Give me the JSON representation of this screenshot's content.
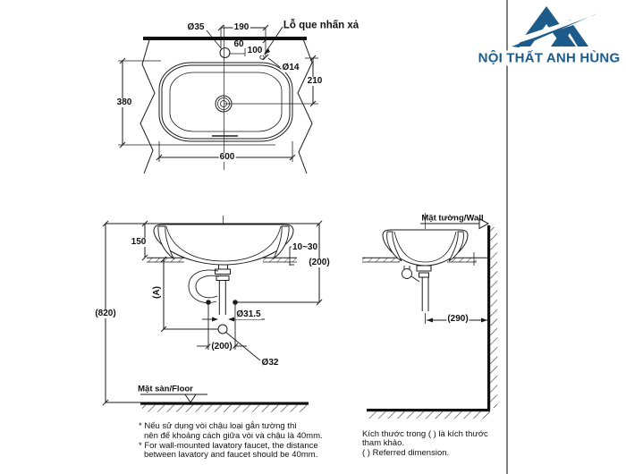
{
  "logo": {
    "company": "NỘI THẤT ANH HÙNG"
  },
  "top_view": {
    "push_hole_label": "Lỗ que nhấn xả",
    "dims": {
      "faucet_hole_dia": "Ø35",
      "width_190": "190",
      "offset_60": "60",
      "offset_100": "100",
      "push_hole_dia": "Ø14",
      "depth_210": "210",
      "depth_380": "380",
      "width_600": "600"
    }
  },
  "front_view": {
    "floor_label": "Mặt sàn/Floor",
    "dims": {
      "rim_height_150": "150",
      "counter_thickness": "10~30",
      "supply_offset_200": "(200)",
      "height_A": "(A)",
      "total_height_820": "(820)",
      "pipe_dia_31_5": "Ø31.5",
      "drain_offset_200": "(200)",
      "drain_dia_32": "Ø32"
    }
  },
  "side_view": {
    "wall_label": "Mặt tường/Wall",
    "dims": {
      "wall_offset_290": "(290)"
    }
  },
  "notes": {
    "left_vn_1": "* Nếu sử dụng vòi chậu loại gắn tường thì",
    "left_vn_2": "nên để khoảng cách giữa vòi và chậu là 40mm.",
    "left_en_1": "* For wall-mounted lavatory faucet, the distance",
    "left_en_2": "between lavatory and faucet should be 40mm.",
    "right_vn_1": "Kích thước trong ( ) là kích thước",
    "right_vn_2": "tham khảo.",
    "right_en": "( ) Referred dimension."
  },
  "colors": {
    "brand_blue": "#1c5b8a",
    "line": "#111111"
  }
}
